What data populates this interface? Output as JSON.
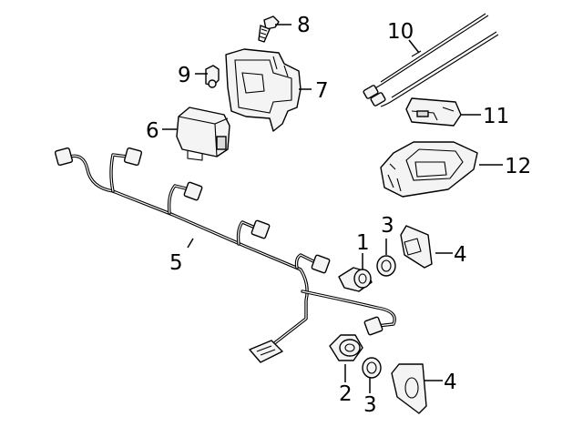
{
  "callouts": [
    {
      "id": "c1",
      "text": "1"
    },
    {
      "id": "c2",
      "text": "2"
    },
    {
      "id": "c3a",
      "text": "3"
    },
    {
      "id": "c3b",
      "text": "3"
    },
    {
      "id": "c4a",
      "text": "4"
    },
    {
      "id": "c4b",
      "text": "4"
    },
    {
      "id": "c5",
      "text": "5"
    },
    {
      "id": "c6",
      "text": "6"
    },
    {
      "id": "c7",
      "text": "7"
    },
    {
      "id": "c8",
      "text": "8"
    },
    {
      "id": "c9",
      "text": "9"
    },
    {
      "id": "c10",
      "text": "10"
    },
    {
      "id": "c11",
      "text": "11"
    },
    {
      "id": "c12",
      "text": "12"
    }
  ]
}
